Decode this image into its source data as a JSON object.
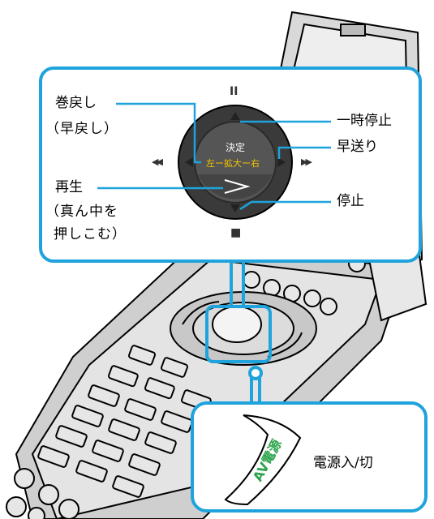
{
  "callout_top": {
    "rewind_label": "巻戻し",
    "rewind_alt": "（早戻し）",
    "play_label": "再生",
    "play_alt_line1": "（真ん中を",
    "play_alt_line2": "押しこむ）",
    "pause_label": "一時停止",
    "forward_label": "早送り",
    "stop_label": "停止",
    "dial_center_label": "決定",
    "dial_zoom_label": "左ー拡大ー右",
    "pause_symbol": "II",
    "rewind_symbol": "◀◀",
    "forward_symbol": "▶▶",
    "stop_symbol": "■"
  },
  "callout_bottom": {
    "av_button_text": "AV電源",
    "power_label": "電源入/切"
  },
  "colors": {
    "callout_border": "#1fa3dc",
    "dial_dark": "#3a3a3a",
    "dial_inner": "#555555",
    "zoom_text": "#f5c400",
    "av_text": "#2aa34a",
    "remote_body": "#d6d6d6",
    "remote_outline": "#000000"
  }
}
